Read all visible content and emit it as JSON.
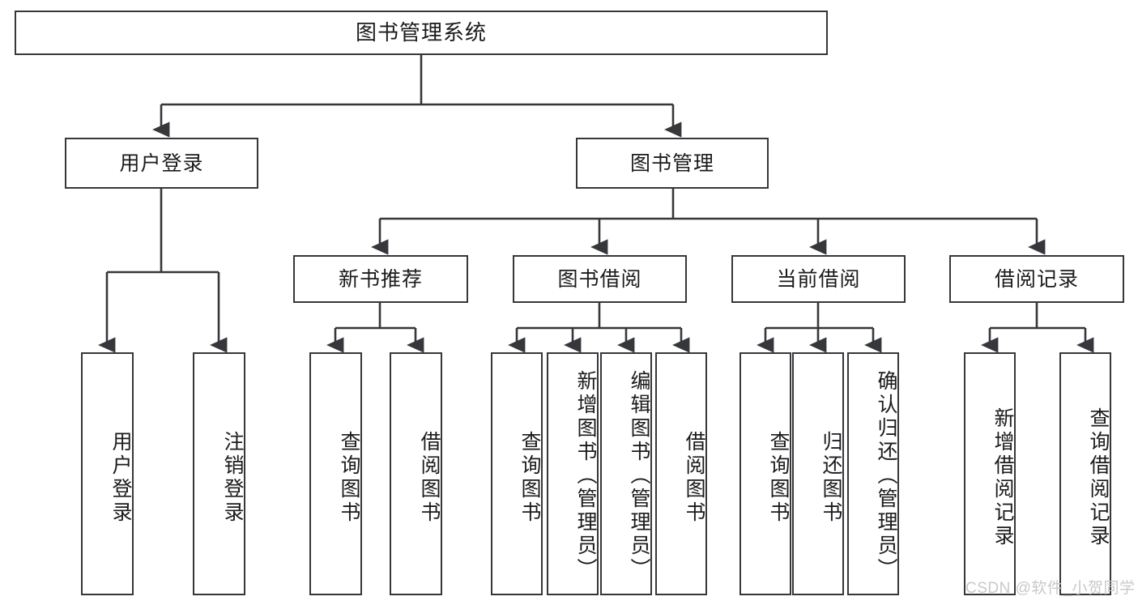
{
  "diagram": {
    "title": "图书管理系统",
    "type": "hierarchy-tree",
    "root": {
      "label": "图书管理系统"
    },
    "tier2": [
      {
        "label": "用户登录"
      },
      {
        "label": "图书管理"
      }
    ],
    "tier3": [
      {
        "label": "新书推荐"
      },
      {
        "label": "图书借阅"
      },
      {
        "label": "当前借阅"
      },
      {
        "label": "借阅记录"
      }
    ],
    "leaves": {
      "user_login": [
        {
          "label": "用户登录"
        },
        {
          "label": "注销登录"
        }
      ],
      "new_book_recommend": [
        {
          "label": "查询图书"
        },
        {
          "label": "借阅图书"
        }
      ],
      "book_borrow": [
        {
          "label": "查询图书"
        },
        {
          "label": "新增图书（管理员）"
        },
        {
          "label": "编辑图书（管理员）"
        },
        {
          "label": "借阅图书"
        }
      ],
      "current_borrow": [
        {
          "label": "查询图书"
        },
        {
          "label": "归还图书"
        },
        {
          "label": "确认归还（管理员）"
        }
      ],
      "borrow_record": [
        {
          "label": "新增借阅记录"
        },
        {
          "label": "查询借阅记录"
        }
      ]
    }
  },
  "watermark": {
    "text": "CSDN @软件_小贺同学"
  },
  "colors": {
    "stroke": "#36373a",
    "text": "#1b1b1d",
    "background": "#ffffff",
    "watermark": "#c9c9cc"
  }
}
